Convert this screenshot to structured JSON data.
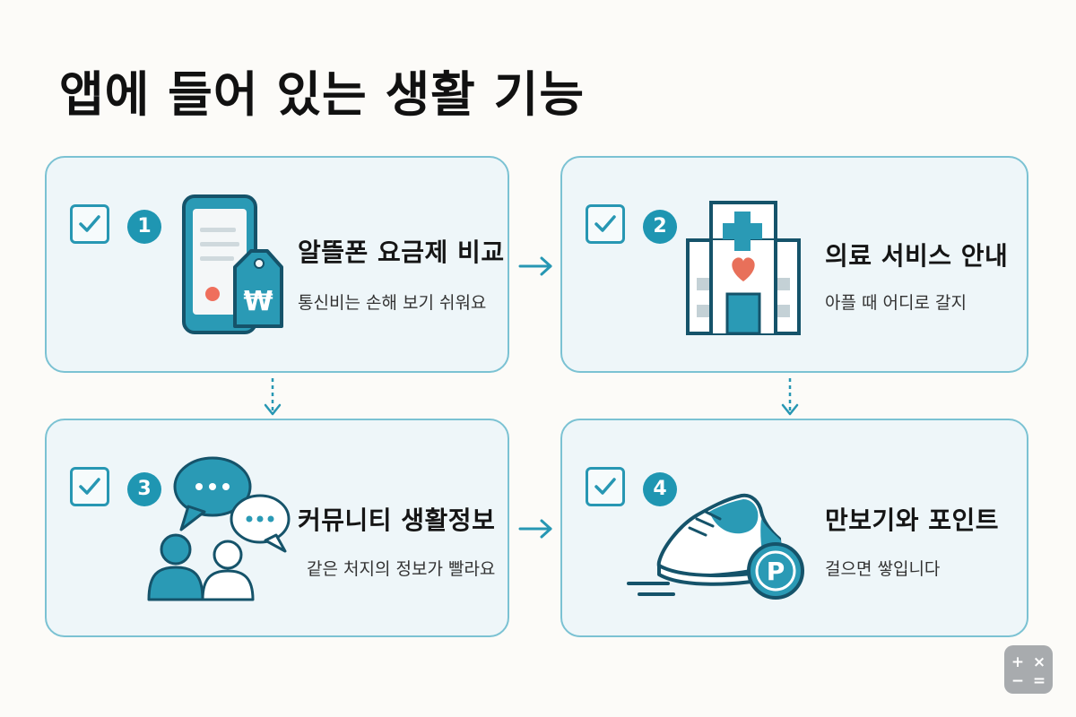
{
  "title": "앱에 들어 있는 생활 기능",
  "cards": [
    {
      "number": "1",
      "title": "알뜰폰 요금제 비교",
      "subtitle": "통신비는 손해 보기 쉬워요",
      "icon": "phone-price-tag-icon",
      "tag_symbol": "₩"
    },
    {
      "number": "2",
      "title": "의료 서비스 안내",
      "subtitle": "아플 때 어디로 갈지",
      "icon": "hospital-icon"
    },
    {
      "number": "3",
      "title": "커뮤니티 생활정보",
      "subtitle": "같은 처지의 정보가 빨라요",
      "icon": "community-chat-icon"
    },
    {
      "number": "4",
      "title": "만보기와 포인트",
      "subtitle": "걸으면 쌓입니다",
      "icon": "sneaker-points-icon",
      "coin_symbol": "P"
    }
  ],
  "colors": {
    "accent": "#1f96b2",
    "card_bg": "#eef6f9",
    "card_border": "#7bc2d3",
    "heart": "#e8705a",
    "dot": "#ef6f5c"
  },
  "calculator": {
    "plus": "+",
    "times": "×",
    "minus": "−",
    "equals": "="
  }
}
